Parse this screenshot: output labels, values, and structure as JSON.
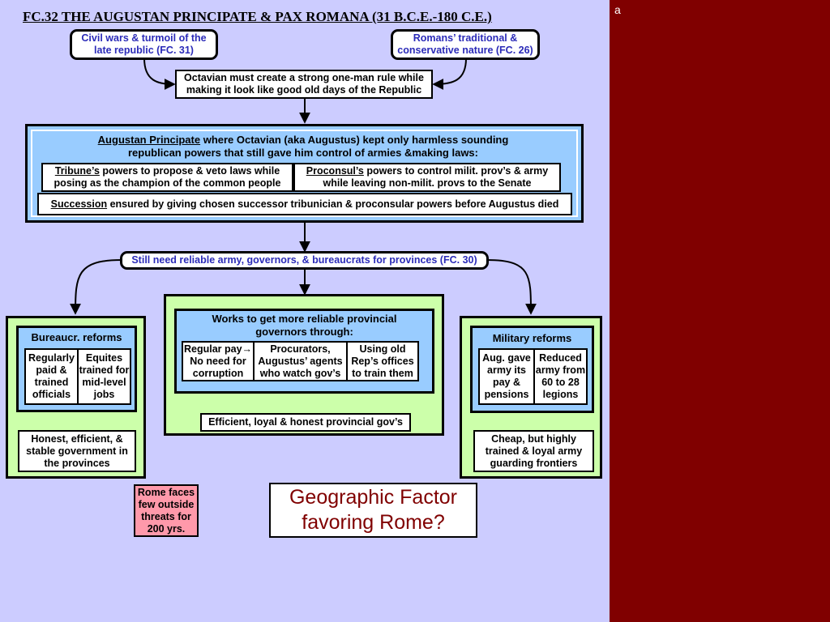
{
  "title": "FC.32 THE AUGUSTAN PRINCIPATE & PAX ROMANA (31 B.C.E.-180 C.E.)",
  "corner_label": "a",
  "top": {
    "left_cause": "Civil wars & turmoil of the late republic (FC. 31)",
    "right_cause": "Romans’ traditional & conservative nature (FC. 26)",
    "octavian": "Octavian must create a strong one-man rule while making it look like good old days of the Republic"
  },
  "principate": {
    "heading_term": "Augustan Principate",
    "heading_rest": " where Octavian (aka Augustus) kept only harmless sounding republican powers that still gave him control of armies &making laws:",
    "tribune_term": "Tribune’s",
    "tribune_rest": " powers to propose & veto laws while posing as the champion of the common people",
    "proconsul_term": "Proconsul’s",
    "proconsul_rest": " powers to  control milit. prov’s & army while leaving non-milit. provs to the Senate",
    "succession_term": "Succession",
    "succession_rest": " ensured by giving chosen successor tribunician & proconsular powers before Augustus died"
  },
  "need": "Still need reliable army, governors, & bureaucrats for provinces (FC. 30)",
  "bureau": {
    "heading": "Bureaucr. reforms",
    "cell1": "Regularly paid & trained officials",
    "cell2": "Equites trained for mid-level jobs",
    "result": "Honest, efficient, & stable government in the provinces"
  },
  "governors": {
    "heading": "Works to get more reliable provincial governors through:",
    "cell1_line1": "Regular pay",
    "cell1_rest": "No need for corruption",
    "cell2": "Procurators, Augustus’ agents who watch gov’s",
    "cell3": "Using old Rep’s offices to train them",
    "result": "Efficient, loyal & honest provincial gov’s"
  },
  "military": {
    "heading": "Military reforms",
    "cell1": "Aug. gave army its pay & pensions",
    "cell2": "Reduced army from 60 to 28 legions",
    "result": "Cheap, but highly trained & loyal army guarding frontiers"
  },
  "threats": "Rome faces few outside threats for 200 yrs.",
  "geo": "Geographic Factor favoring Rome?",
  "colors": {
    "background": "#ccccff",
    "right_panel": "#800000",
    "light_blue": "#99ccff",
    "light_green": "#ccffaa",
    "pink": "#ff99aa",
    "link_blue": "#2b2bb8"
  }
}
